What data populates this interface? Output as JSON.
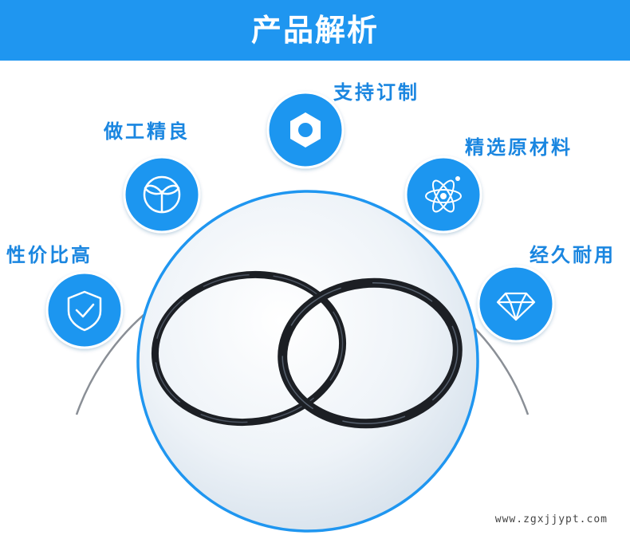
{
  "header": {
    "title": "产品解析"
  },
  "features": [
    {
      "id": "customizable",
      "label": "支持订制",
      "icon": "hexagon-nut-icon"
    },
    {
      "id": "fine-craft",
      "label": "做工精良",
      "icon": "sprout-icon"
    },
    {
      "id": "material",
      "label": "精选原材料",
      "icon": "atom-icon"
    },
    {
      "id": "value",
      "label": "性价比高",
      "icon": "shield-check-icon"
    },
    {
      "id": "durable",
      "label": "经久耐用",
      "icon": "diamond-icon"
    }
  ],
  "watermark": "www.zgxjjypt.com",
  "colors": {
    "brand_blue": "#1f96f0",
    "label_blue": "#1a86e0",
    "ring_black": "#1c1f24",
    "product_circle": "#dbe6ef"
  }
}
